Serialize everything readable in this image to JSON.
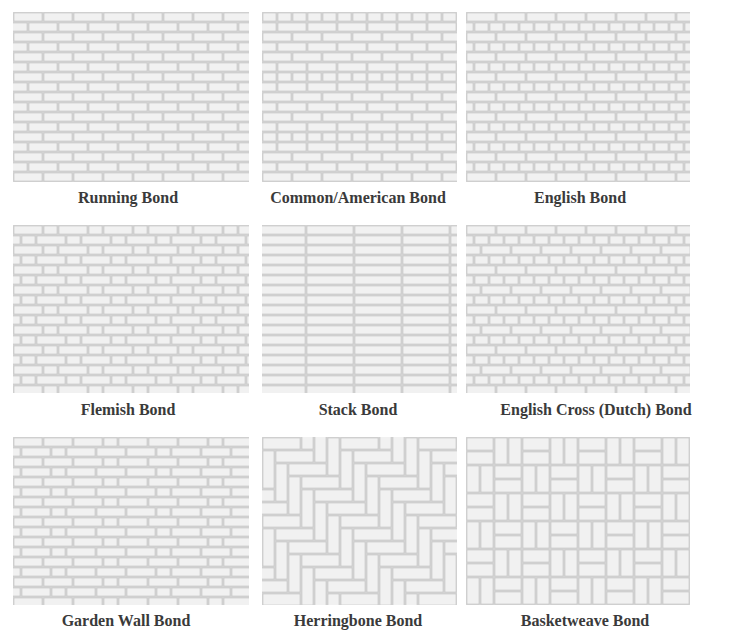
{
  "diagram": {
    "labels": [
      "Running Bond",
      "Common/American Bond",
      "English Bond",
      "Flemish Bond",
      "Stack Bond",
      "English Cross (Dutch) Bond",
      "Garden Wall Bond",
      "Herringbone Bond",
      "Basketweave Bond"
    ]
  }
}
